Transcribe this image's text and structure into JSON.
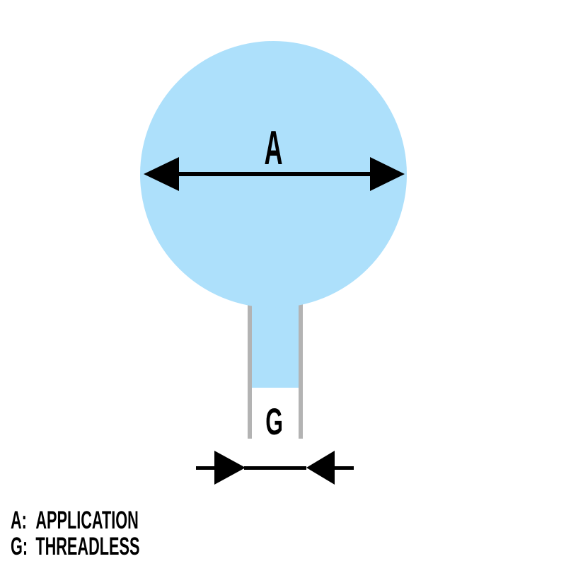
{
  "diagram": {
    "dimension_a_label": "A",
    "dimension_g_label": "G",
    "colors": {
      "balloon_fill": "#ADE0FB",
      "neck_outline": "#B3B3B3",
      "ink": "#000000",
      "background": "#FFFFFF"
    }
  },
  "legend": {
    "items": [
      {
        "key": "A:",
        "label": "APPLICATION"
      },
      {
        "key": "G:",
        "label": "THREADLESS"
      }
    ]
  }
}
